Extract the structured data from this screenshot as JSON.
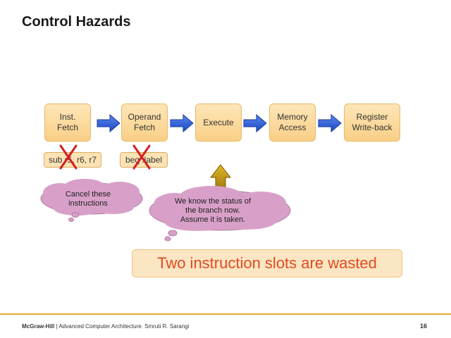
{
  "slide": {
    "title": "Control Hazards",
    "stages": [
      "Inst.\nFetch",
      "Operand\nFetch",
      "Execute",
      "Memory\nAccess",
      "Register\nWrite-back"
    ],
    "instructions": [
      "sub r5, r6, r7",
      "beq .label"
    ],
    "callouts": {
      "cancel": "Cancel these\ninstructions",
      "branch": "We know the status of\nthe branch now.\nAssume it is taken."
    },
    "banner": "Two instruction slots are wasted",
    "colors": {
      "stage_fill": "#f9cf86",
      "arrow_blue": "#2a5ad8",
      "cloud_pink": "#d8a0c8",
      "x_red": "#d22020",
      "banner_text": "#e24a1e",
      "up_arrow": "#b08a10",
      "footer_rule": "#e8a830"
    }
  },
  "footer": {
    "publisher": "McGraw-Hill",
    "separator": "|",
    "book": "Advanced Computer Architecture. Smruti R. Sarangi",
    "page": "16"
  }
}
